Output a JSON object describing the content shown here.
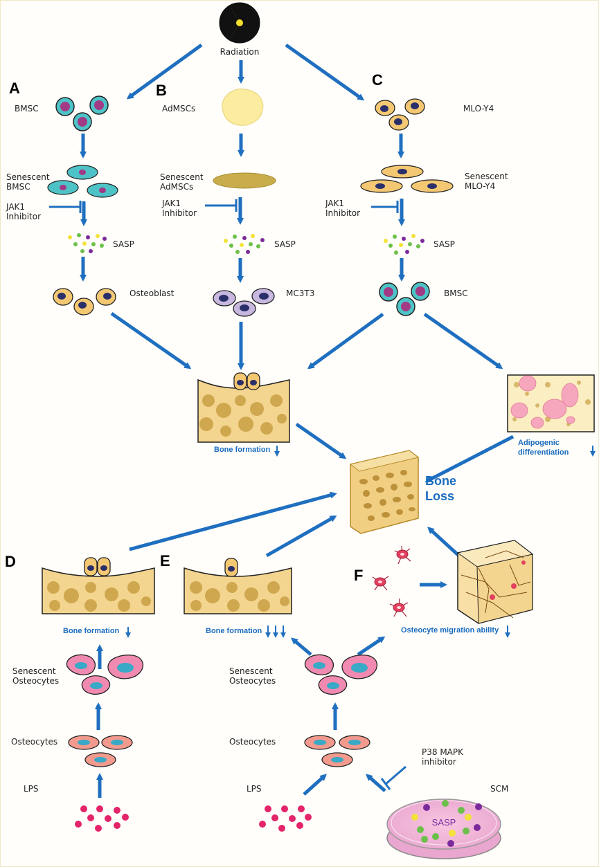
{
  "panels": {
    "A": {
      "letter": "A",
      "cell_top": "BMSC",
      "senescent": [
        "Senescent",
        "BMSC"
      ],
      "inhibitor": [
        "JAK1",
        "Inhibitor"
      ],
      "sasp": "SASP",
      "target": "Osteoblast"
    },
    "B": {
      "letter": "B",
      "cell_top": "AdMSCs",
      "senescent": [
        "Senescent",
        "AdMSCs"
      ],
      "inhibitor": [
        "JAK1",
        "Inhibitor"
      ],
      "sasp": "SASP",
      "target": "MC3T3"
    },
    "C": {
      "letter": "C",
      "cell_top": "MLO-Y4",
      "senescent": [
        "Senescent",
        "MLO-Y4"
      ],
      "inhibitor": [
        "JAK1",
        "Inhibitor"
      ],
      "sasp": "SASP",
      "target": "BMSC"
    },
    "D": {
      "letter": "D",
      "bone_formation": "Bone formation",
      "senescent": [
        "Senescent",
        "Osteocytes"
      ],
      "osteocytes": "Osteocytes",
      "trigger": "LPS"
    },
    "E": {
      "letter": "E",
      "bone_formation": "Bone formation",
      "senescent": [
        "Senescent",
        "Osteocytes"
      ],
      "osteocytes": "Osteocytes",
      "trigger": "LPS",
      "inhibitor": [
        "P38 MAPK",
        "inhibitor"
      ],
      "scm": "SCM",
      "dish_label": "SASP"
    },
    "F": {
      "letter": "F",
      "migration": "Osteocyte migration ability"
    }
  },
  "radiation": "Radiation",
  "center": {
    "bone_formation": "Bone formation",
    "adipogenic": [
      "Adipogenic",
      "differentiation"
    ],
    "bone_loss": [
      "Bone",
      "Loss"
    ]
  },
  "colors": {
    "arrow": "#1f6fc0",
    "bone": "#f3d58f",
    "bone_pore": "#c9a045",
    "cyan_cell": "#4ec3c7",
    "purple_nucleus": "#a23a86",
    "osteo_cell": "#f4c873",
    "dark_nucleus": "#2a2f6a",
    "pink_cell": "#f08ab0",
    "sasp_purple": "#7b2a9b",
    "sasp_green": "#6cc04a",
    "sasp_yellow": "#f2e23a",
    "lps": "#e3246a"
  }
}
